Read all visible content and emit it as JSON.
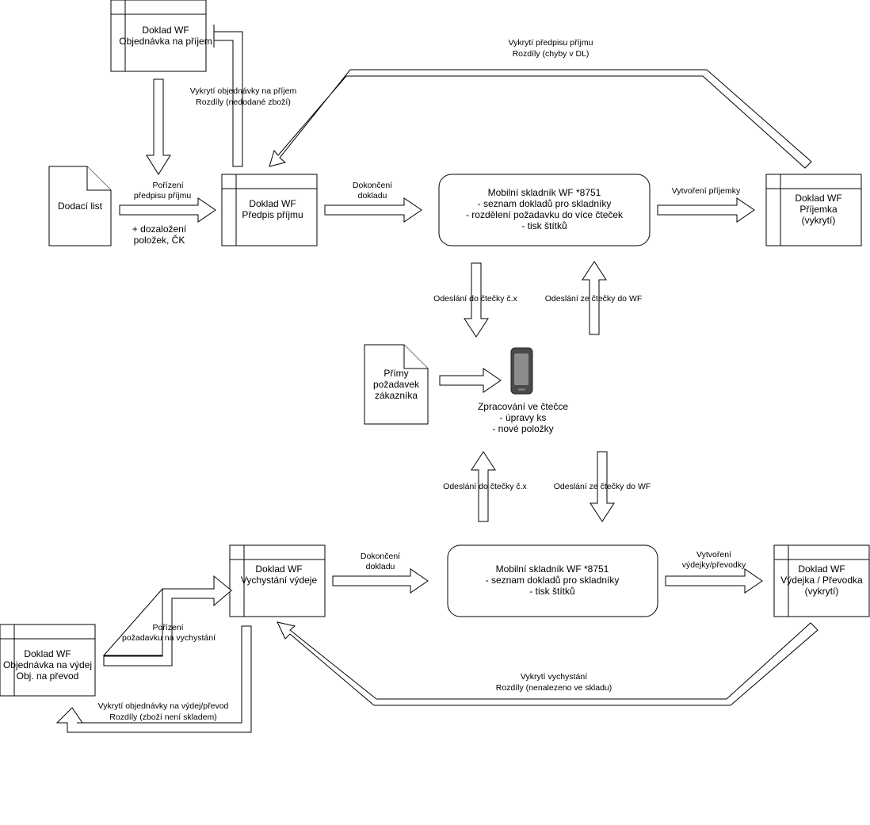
{
  "docs": {
    "obj_prijem": [
      "Doklad WF",
      "Objednávka na příjem"
    ],
    "predpis": [
      "Doklad WF",
      "Předpis příjmu"
    ],
    "prijemka": [
      "Doklad WF",
      "Příjemka",
      "(vykrytí)"
    ],
    "vychystani": [
      "Doklad WF",
      "Vychystání výdeje"
    ],
    "obj_vydej": [
      "Doklad WF",
      "Objednávka na výdej",
      "Obj. na převod"
    ],
    "vydejka": [
      "Doklad WF",
      "Výdejka / Převodka",
      "(vykrytí)"
    ]
  },
  "notes": {
    "dodaci_list": [
      "Dodací list"
    ],
    "primy_pozadavek": [
      "Přímy",
      "požadavek",
      "zákazníka"
    ]
  },
  "mobile_top": [
    "Mobilní skladník WF *8751",
    "- seznam dokladů pro skladníky",
    "- rozdělení požadavku do více čteček",
    "- tisk štítků"
  ],
  "mobile_bottom": [
    "Mobilní skladník WF *8751",
    "- seznam dokladů pro skladníky",
    "- tisk štítků"
  ],
  "reader": [
    "Zpracování ve čtečce",
    "- úpravy ks",
    "- nové položky"
  ],
  "labels": {
    "porizeni_predpisu": [
      "Pořízení",
      "předpisu příjmu"
    ],
    "dozalozeni": [
      "+ dozaložení",
      "položek, ČK"
    ],
    "vykryti_obj_prijem": [
      "Vykrytí objednávky na příjem",
      "Rozdíly (nedodané zboží)"
    ],
    "vykryti_predpisu": [
      "Vykrytí předpisu příjmu",
      "Rozdíly (chyby v DL)"
    ],
    "dokonceni_top": [
      "Dokončení",
      "dokladu"
    ],
    "vytvoreni_prijemky": [
      "Vytvoření příjemky"
    ],
    "odeslani_do_top": [
      "Odeslání do čtečky č.x"
    ],
    "odeslani_ze_top": [
      "Odeslání ze čtečky do WF"
    ],
    "odeslani_do_bottom": [
      "Odeslání do čtečky č.x"
    ],
    "odeslani_ze_bottom": [
      "Odeslání ze čtečky do WF"
    ],
    "dokonceni_bottom": [
      "Dokončení",
      "dokladu"
    ],
    "vytvoreni_vydejky": [
      "Vytvoření",
      "výdejky/převodky"
    ],
    "porizeni_pozadavku": [
      "Pořízení",
      "požadavku na vychystání"
    ],
    "vykryti_obj_vydej": [
      "Vykrytí objednávky na výdej/převod",
      "Rozdíly (zboží není skladem)"
    ],
    "vykryti_vychystani": [
      "Vykrytí vychystání",
      "Rozdíly (nenalezeno ve skladu)"
    ]
  },
  "icons": {
    "reader": "mobile-phone-icon"
  },
  "colors": {
    "stroke": "#000000",
    "fill": "#ffffff",
    "phone_body": "#4a4a4a",
    "phone_screen": "#8c8c8c"
  }
}
